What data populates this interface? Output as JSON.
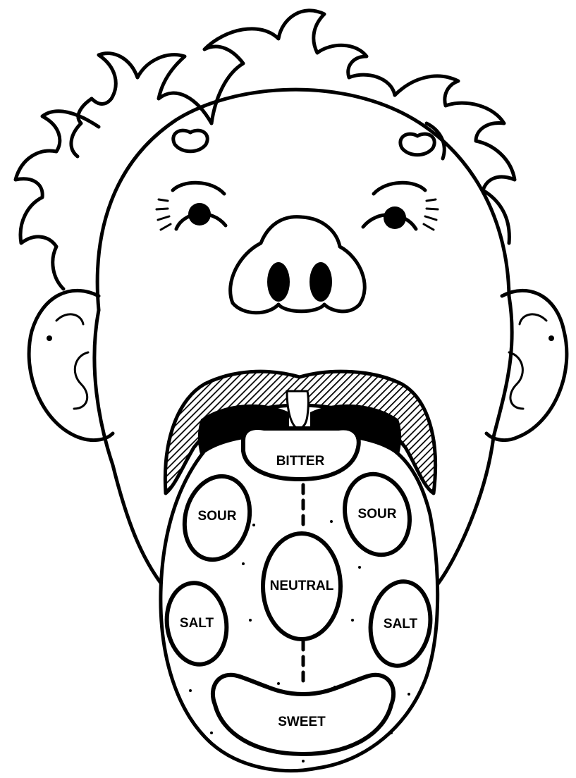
{
  "regions": {
    "bitter": "BITTER",
    "sour_left": "SOUR",
    "sour_right": "SOUR",
    "neutral": "NEUTRAL",
    "salt_left": "SALT",
    "salt_right": "SALT",
    "sweet": "SWEET"
  }
}
